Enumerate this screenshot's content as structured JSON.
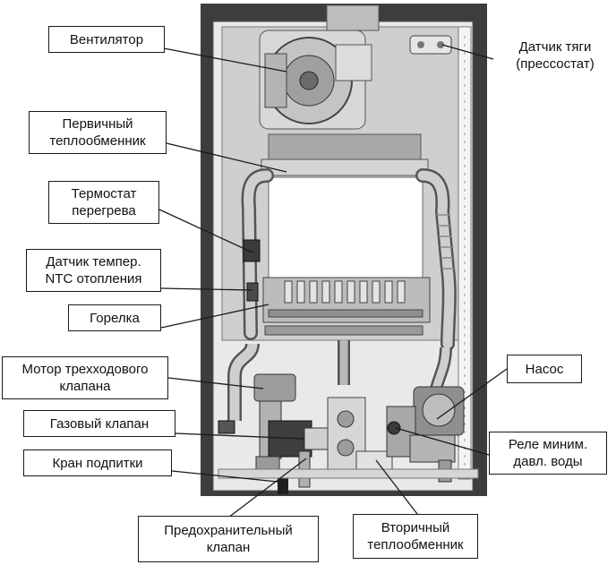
{
  "labels": {
    "fan": "Вентилятор",
    "draft_sensor": "Датчик тяги\n(прессостат)",
    "primary_hx": "Первичный\nтеплообменник",
    "overheat_thermostat": "Термостат\nперегрева",
    "ntc_sensor": "Датчик темпер.\nNTC отопления",
    "burner": "Горелка",
    "three_way_motor": "Мотор трехходового\nклапана",
    "pump": "Насос",
    "gas_valve": "Газовый клапан",
    "min_pressure_relay": "Реле миним.\nдавл. воды",
    "fill_tap": "Кран подпитки",
    "safety_valve": "Предохранительный\nклапан",
    "secondary_hx": "Вторичный\nтеплообменник"
  },
  "colors": {
    "outline": "#1a1a1a",
    "casing": "#4a4a4a",
    "metal_light": "#d9d9d9",
    "metal_mid": "#a8a8a8",
    "metal_dark": "#5a5a5a"
  }
}
